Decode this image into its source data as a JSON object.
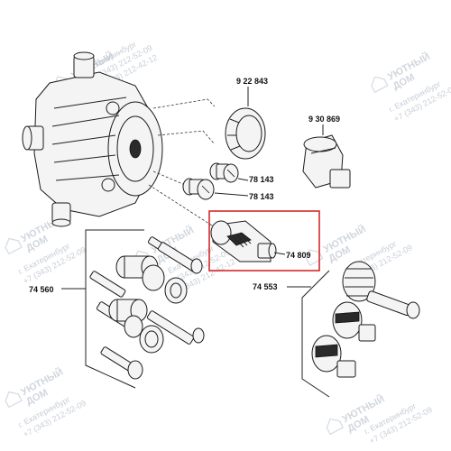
{
  "callouts": {
    "c922843": "9 22 843",
    "c930869": "9 30 869",
    "c78143a": "78 143",
    "c78143b": "78 143",
    "c74809": "74 809",
    "c74560": "74 560",
    "c74553": "74 553"
  },
  "watermark": {
    "name1": "УЮТНЫЙ",
    "name2": "ДОМ",
    "city": "г. Екатеринбург",
    "phone1": "+7 (343) 212-52-09",
    "phone2": "+7 (343) 212-42-12"
  },
  "colors": {
    "highlight": "#d11a1a",
    "line": "#222222",
    "watermark": "#9aa6b8"
  }
}
